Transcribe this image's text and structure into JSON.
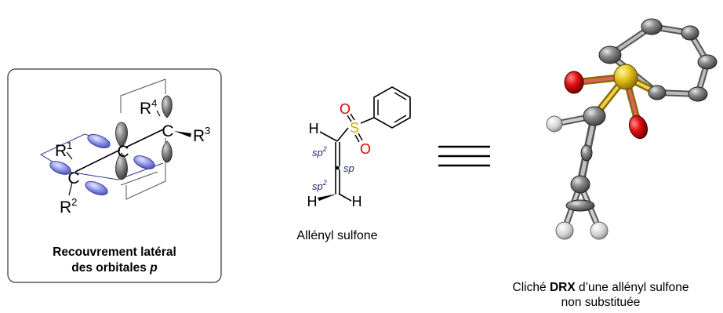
{
  "panel": {
    "caption_line1": "Recouvrement latéral",
    "caption_line2": "des orbitales",
    "caption_italic": "p",
    "atoms": {
      "c_left": "C",
      "c_center": "C",
      "c_right": "C",
      "r1": "R",
      "r1_sup": "1",
      "r2": "R",
      "r2_sup": "2",
      "r3": "R",
      "r3_sup": "3",
      "r4": "R",
      "r4_sup": "4"
    }
  },
  "allenyl": {
    "caption": "Allényl sulfone",
    "atoms": {
      "s": "S",
      "o1": "O",
      "o2": "O",
      "h1": "H",
      "h2": "H",
      "h3": "H"
    },
    "hybrid": {
      "sp2_top": "sp",
      "sp2_top_sup": "2",
      "sp_mid": "sp",
      "sp2_bottom": "sp",
      "sp2_bottom_sup": "2"
    }
  },
  "drx": {
    "caption_prefix": "Cliché ",
    "caption_bold": "DRX",
    "caption_suffix": " d’une allényl sulfone",
    "caption_line2": "non substituée"
  },
  "colors": {
    "orbital_blue": "#8a8fe6",
    "orbital_gray": "#6e6e6e",
    "sulfur_yellow": "#c8b400",
    "oxygen_red": "#e00000",
    "hybrid_navy": "#1f2a7a",
    "plane_blue": "#2c3596"
  }
}
